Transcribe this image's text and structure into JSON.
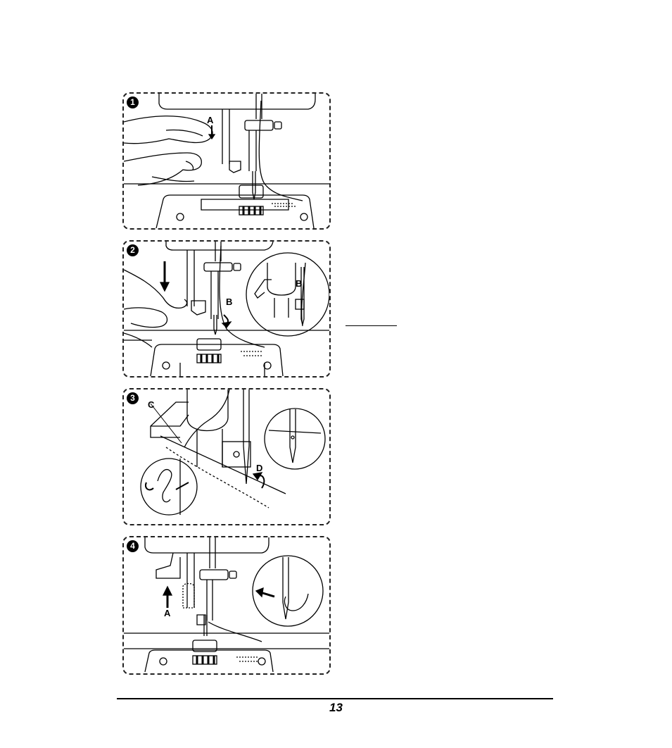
{
  "steps": [
    {
      "number": "1",
      "labels": {
        "a": "A"
      }
    },
    {
      "number": "2",
      "labels": {
        "b": "B",
        "b_inset": "B"
      }
    },
    {
      "number": "3",
      "labels": {
        "c": "C",
        "d": "D"
      }
    },
    {
      "number": "4",
      "labels": {
        "a": "A"
      }
    }
  ],
  "footer": {
    "page_number": "13"
  }
}
